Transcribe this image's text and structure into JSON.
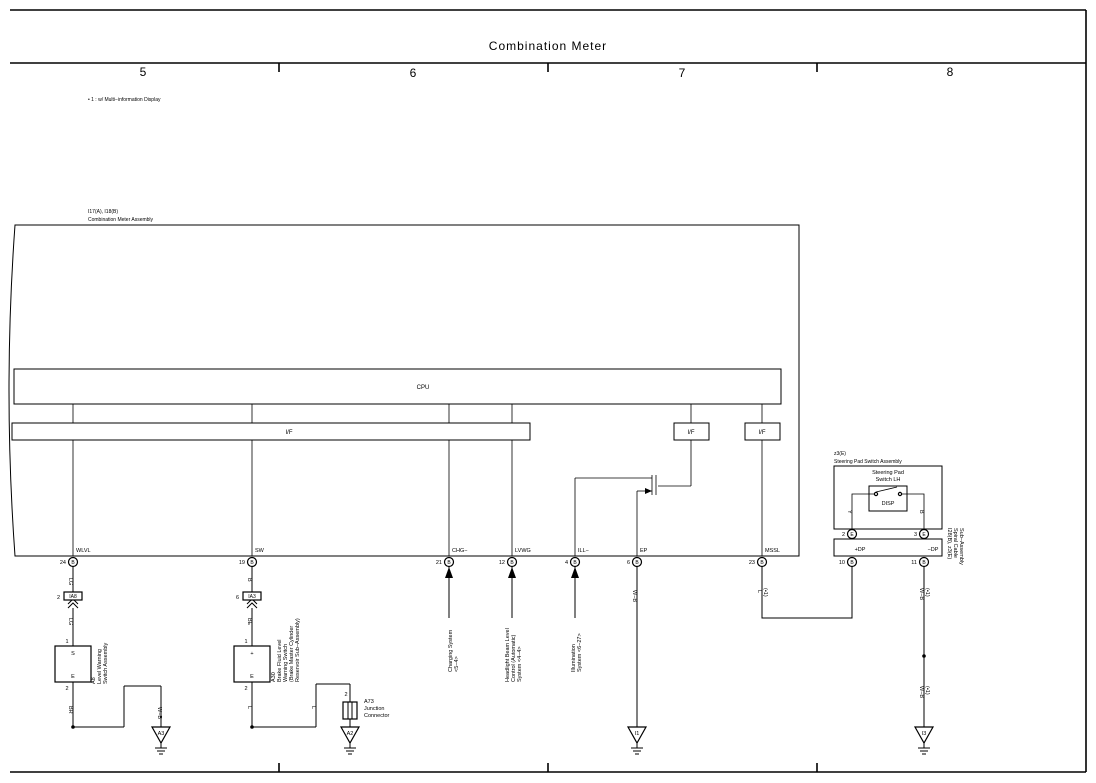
{
  "header": {
    "title": "Combination Meter",
    "columns": [
      "5",
      "6",
      "7",
      "8"
    ]
  },
  "footnote": "• 1 : w/ Multi−information Display",
  "meter": {
    "code": "I17(A), I18(B)",
    "name": "Combination Meter Assembly",
    "cpu_label": "CPU",
    "if_label": "I/F",
    "pins": [
      {
        "num": "24",
        "conn": "B",
        "name": "WLVL"
      },
      {
        "num": "19",
        "conn": "B",
        "name": "SW"
      },
      {
        "num": "21",
        "conn": "B",
        "name": "CHG−"
      },
      {
        "num": "12",
        "conn": "B",
        "name": "LVWG"
      },
      {
        "num": "4",
        "conn": "B",
        "name": "ILL−"
      },
      {
        "num": "6",
        "conn": "B",
        "name": "EP"
      },
      {
        "num": "23",
        "conn": "B",
        "name": "MSSL"
      }
    ]
  },
  "wires": {
    "lg": "LG",
    "b": "B",
    "be": "BE",
    "br": "BR",
    "wb": "W−B",
    "l": "L",
    "y": "Y",
    "l_note": "(•1)"
  },
  "junctions": {
    "ia8_pin": "2",
    "ia8_label": "IA8",
    "ia3_pin": "6",
    "ia3_label": "IA3"
  },
  "washer": {
    "code": "A8",
    "name_lines": [
      "Level Warning",
      "Switch Assembly"
    ],
    "pin_top": "1",
    "pin_bottom": "2",
    "s_label": "S",
    "e_label": "E"
  },
  "brake": {
    "code": "A30",
    "name_lines": [
      "Brake Fluid Level",
      "Warning Switch",
      "(Brake Master Cylinder",
      "Reservoir Sub−Assembly)"
    ],
    "pin_top": "1",
    "pin_bottom": "2",
    "plus_label": "+",
    "e_label": "E"
  },
  "a73": {
    "pin": "2",
    "code": "A73",
    "name_lines": [
      "Junction",
      "Connector"
    ]
  },
  "refs": {
    "charging": [
      "Charging System",
      "<5−4>"
    ],
    "headlight": [
      "Headlight Beam Level",
      "Control (Automatic)",
      "System <4−4>"
    ],
    "illumination": [
      "Illumination",
      "System <6−27>"
    ]
  },
  "grounds": [
    "A3",
    "A2",
    "I1",
    "I3"
  ],
  "steering": {
    "code": "z3(E)",
    "name": "Steering Pad Switch Assembly",
    "switch_lines": [
      "Steering Pad",
      "Switch LH"
    ],
    "disp_label": "DISP",
    "pin_left": "2",
    "pin_right": "3",
    "conn": "E",
    "dp_plus": "+DP",
    "dp_minus": "−DP"
  },
  "spiral": {
    "code": "I28(B), z3(E)",
    "name_lines": [
      "Spiral Cable",
      "Sub−Assembly"
    ],
    "pin_left": "10",
    "pin_right": "11",
    "conn": "B"
  }
}
